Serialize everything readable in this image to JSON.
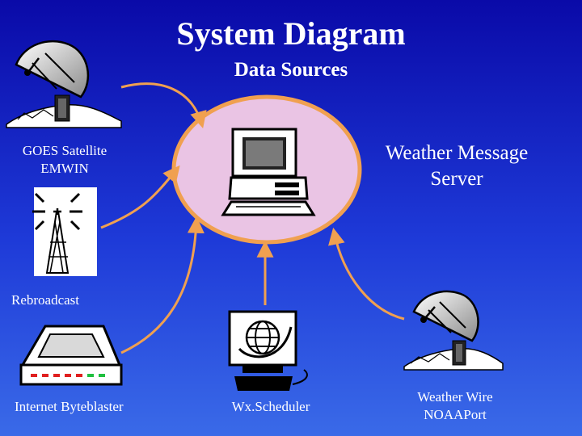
{
  "title": "System Diagram",
  "subtitle": "Data Sources",
  "nodes": {
    "goes": {
      "label": "GOES Satellite\nEMWIN",
      "icon": "satellite-dish-icon"
    },
    "server": {
      "label": "Weather Message\nServer",
      "icon": "desktop-computer-icon"
    },
    "rebroadcast": {
      "label": "Rebroadcast",
      "icon": "radio-tower-icon"
    },
    "internet": {
      "label": "Internet Byteblaster",
      "icon": "network-device-icon"
    },
    "wxscheduler": {
      "label": "Wx.Scheduler",
      "icon": "globe-monitor-icon"
    },
    "wire": {
      "label": "Weather Wire\nNOAAPort",
      "icon": "satellite-dish-icon"
    }
  },
  "colors": {
    "arrow": "#f0a050",
    "ellipse_fill": "#eac4e4",
    "ellipse_stroke": "#f0a050",
    "text": "#ffffff"
  }
}
